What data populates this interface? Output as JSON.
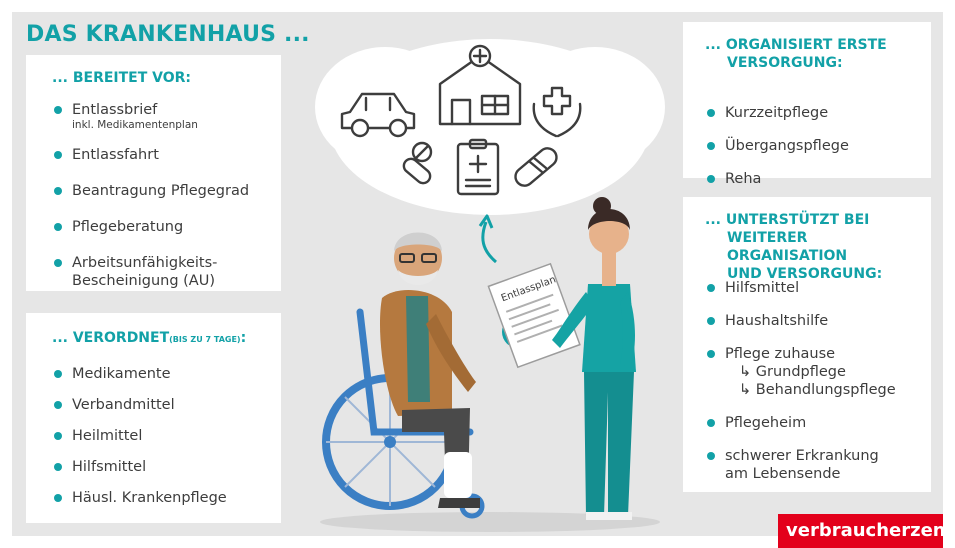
{
  "title": "DAS KRANKENHAUS ...",
  "prepares": {
    "heading": "... BEREITET VOR:",
    "items": [
      {
        "label": "Entlassbrief",
        "sub": "inkl. Medikamentenplan"
      },
      {
        "label": "Entlassfahrt"
      },
      {
        "label": "Beantragung Pflegegrad"
      },
      {
        "label": "Pflegeberatung"
      },
      {
        "label": "Arbeitsunfähigkeits-",
        "label2": "Bescheinigung (AU)"
      }
    ]
  },
  "prescribes": {
    "heading": "... VERORDNET",
    "heading_small": "(BIS ZU 7 TAGE)",
    "heading_suffix": ":",
    "items": [
      "Medikamente",
      "Verbandmittel",
      "Heilmittel",
      "Hilfsmittel",
      "Häusl. Krankenpflege"
    ]
  },
  "first_care": {
    "heading_line1": "... ORGANISIERT ERSTE",
    "heading_line2": "VERSORGUNG:",
    "items": [
      "Kurzzeitpflege",
      "Übergangspflege",
      "Reha"
    ]
  },
  "support": {
    "heading_line1": "... UNTERSTÜTZT BEI",
    "heading_line2": "WEITERER ORGANISATION",
    "heading_line3": "UND VERSORGUNG:",
    "items": {
      "aids": "Hilfsmittel",
      "household": "Haushaltshilfe",
      "home_care": "Pflege zuhause",
      "home_care_sub1": "↳ Grundpflege",
      "home_care_sub2": "↳ Behandlungspflege",
      "nursing_home": "Pflegeheim",
      "end_of_life_1": "schwerer Erkrankung",
      "end_of_life_2": "am Lebensende"
    }
  },
  "document_label": "Entlassplan",
  "info_symbol": "i",
  "brand": "verbraucherzentrale",
  "colors": {
    "teal": "#12a1a7",
    "background": "#e6e6e6",
    "brand_red": "#e3001b",
    "text": "#3d3d3d"
  }
}
